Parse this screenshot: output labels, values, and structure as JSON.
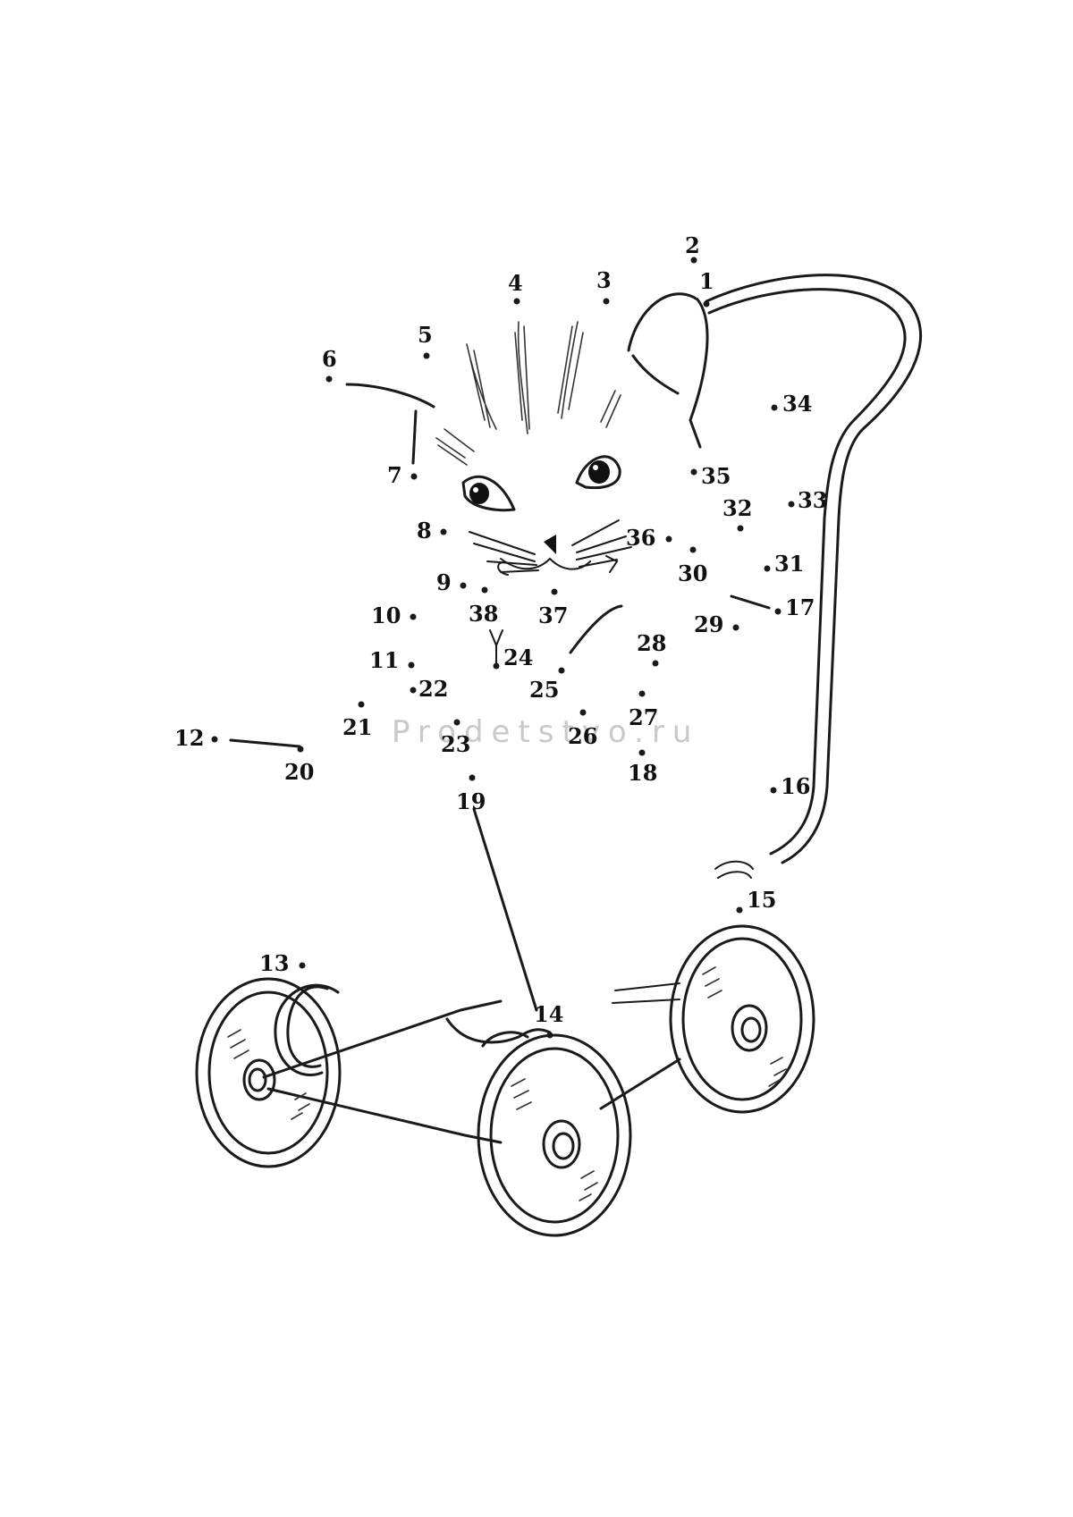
{
  "puzzle": {
    "points": [
      {
        "n": "1"
      },
      {
        "n": "2"
      },
      {
        "n": "3"
      },
      {
        "n": "4"
      },
      {
        "n": "5"
      },
      {
        "n": "6"
      },
      {
        "n": "7"
      },
      {
        "n": "8"
      },
      {
        "n": "9"
      },
      {
        "n": "10"
      },
      {
        "n": "11"
      },
      {
        "n": "12"
      },
      {
        "n": "13"
      },
      {
        "n": "14"
      },
      {
        "n": "15"
      },
      {
        "n": "16"
      },
      {
        "n": "17"
      },
      {
        "n": "18"
      },
      {
        "n": "19"
      },
      {
        "n": "20"
      },
      {
        "n": "21"
      },
      {
        "n": "22"
      },
      {
        "n": "23"
      },
      {
        "n": "24"
      },
      {
        "n": "25"
      },
      {
        "n": "26"
      },
      {
        "n": "27"
      },
      {
        "n": "28"
      },
      {
        "n": "29"
      },
      {
        "n": "30"
      },
      {
        "n": "31"
      },
      {
        "n": "32"
      },
      {
        "n": "33"
      },
      {
        "n": "34"
      },
      {
        "n": "35"
      },
      {
        "n": "36"
      },
      {
        "n": "37"
      },
      {
        "n": "38"
      }
    ]
  },
  "watermark": "Prodetstvo.ru",
  "colors": {
    "ink": "#1a1a1a",
    "paper": "#ffffff",
    "watermark": "#c9c9c9"
  }
}
